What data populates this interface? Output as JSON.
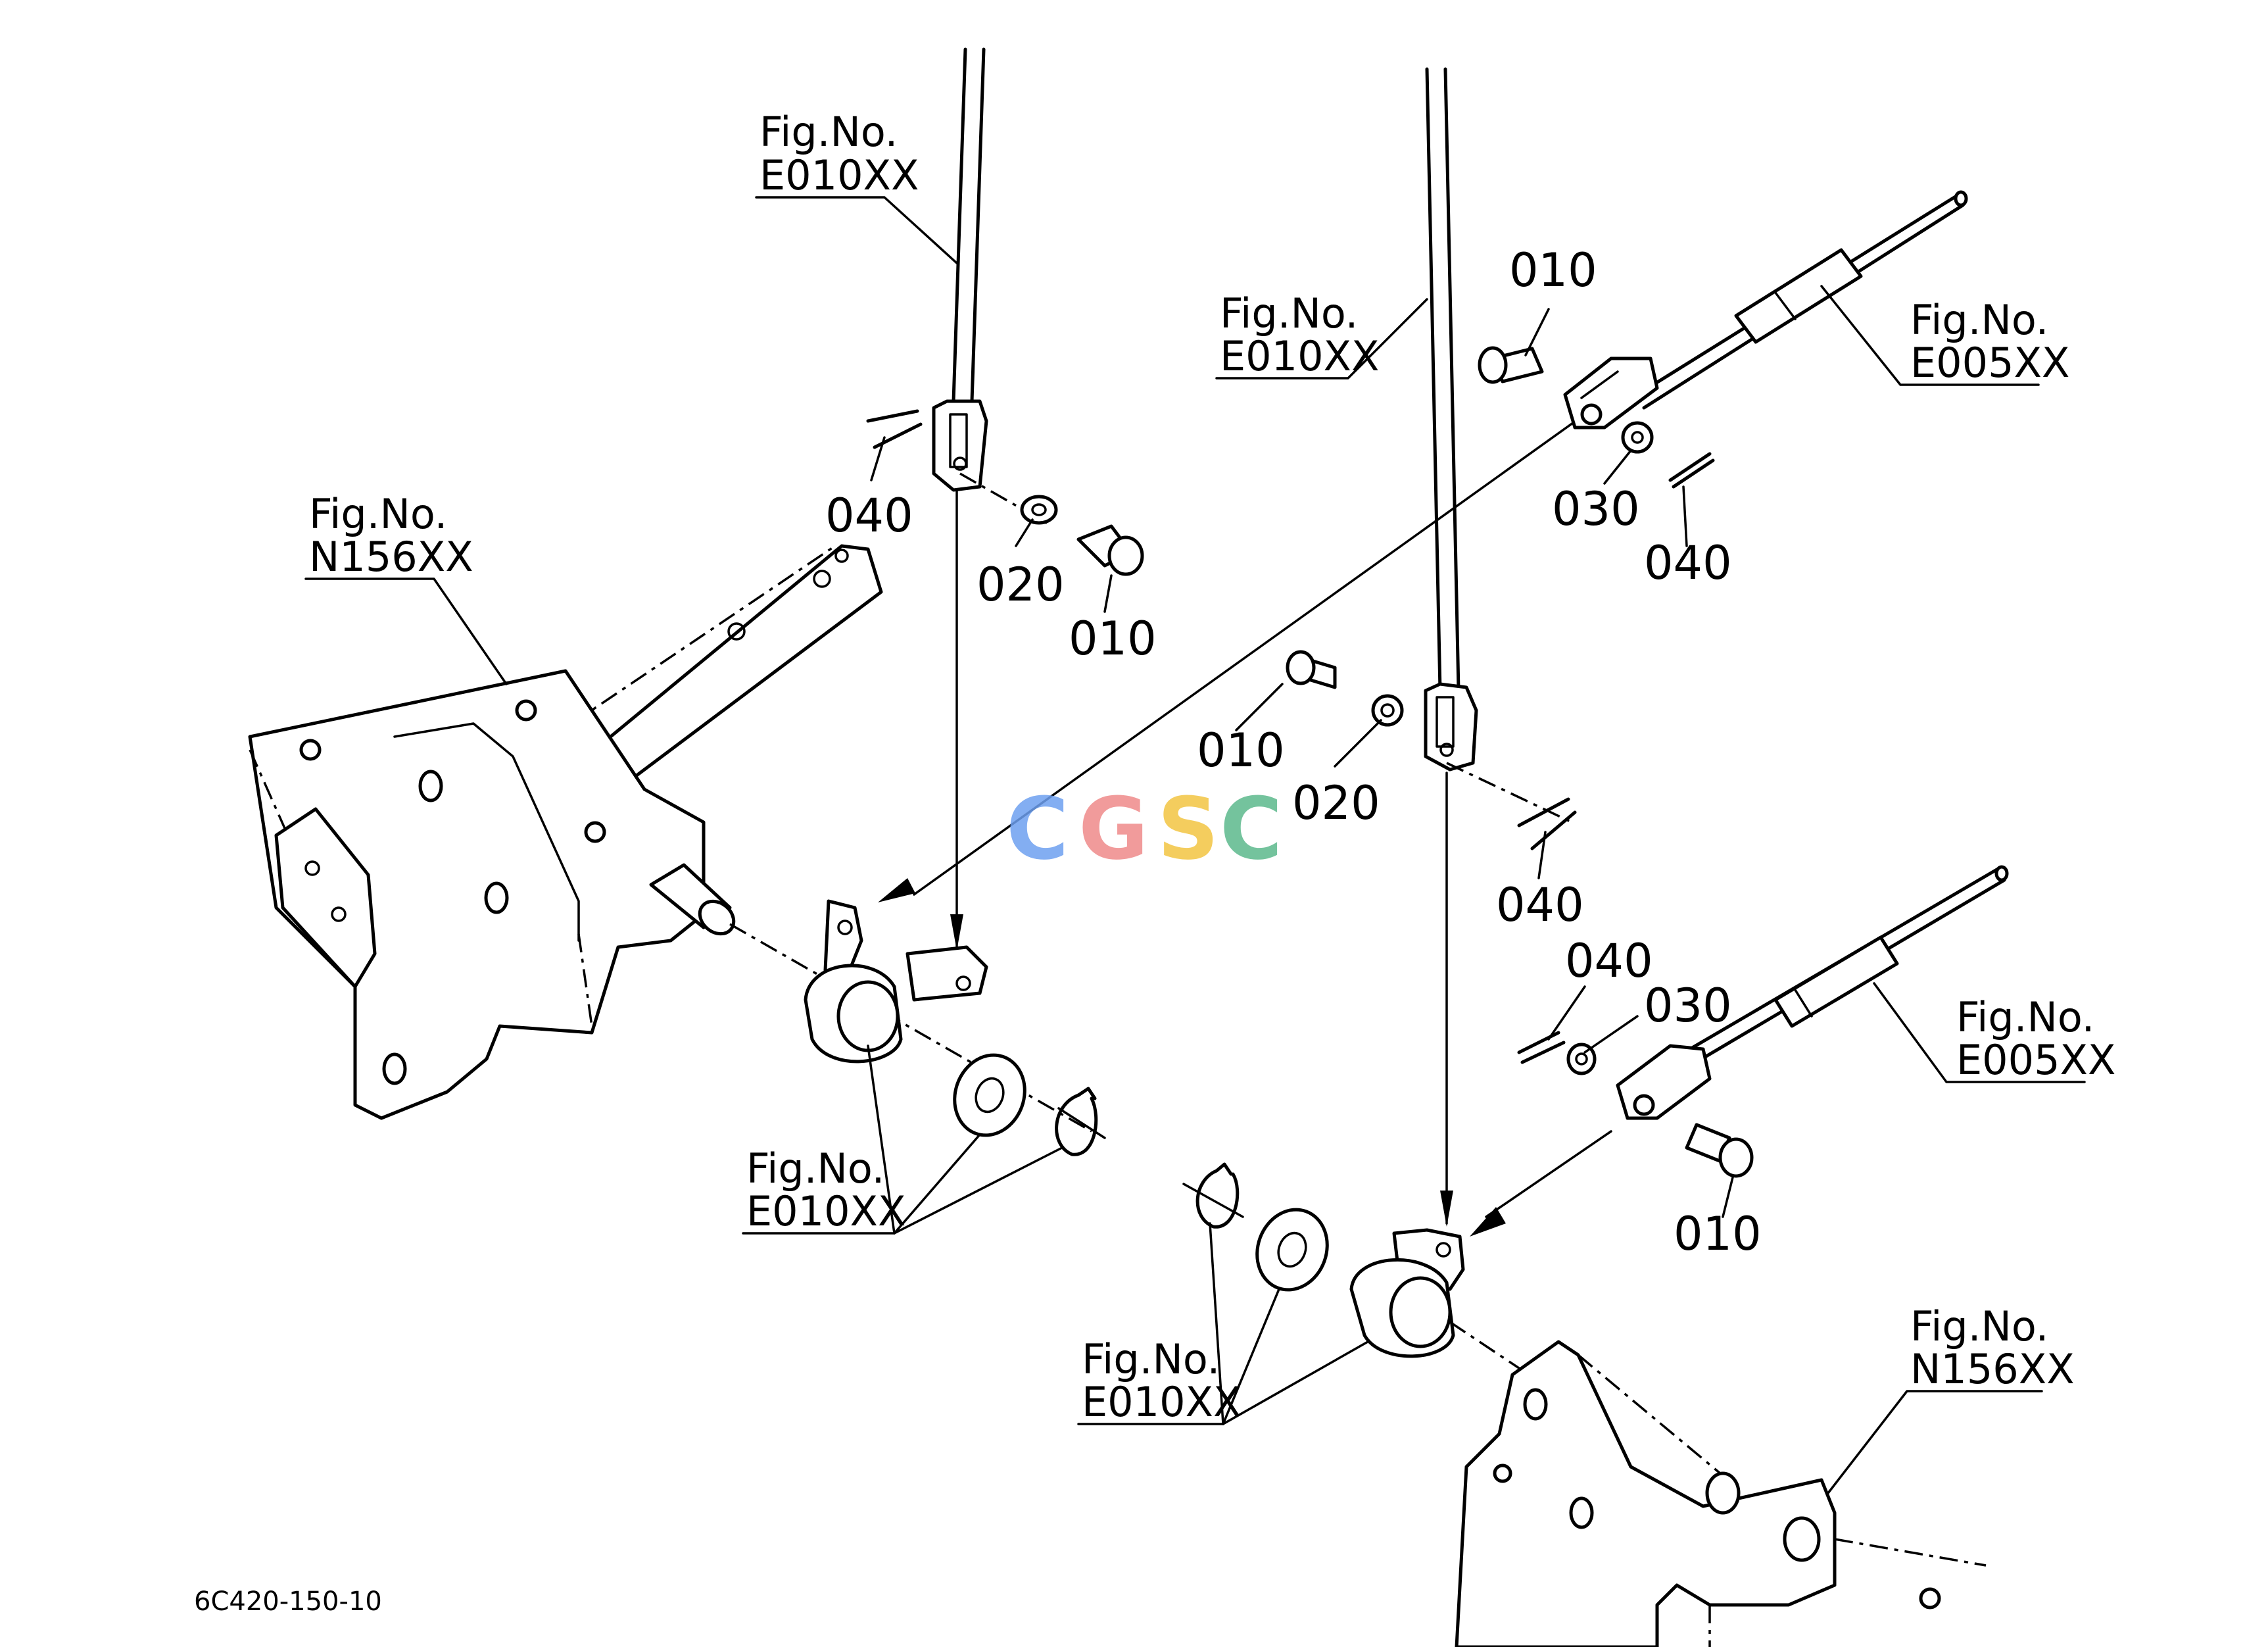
{
  "watermark": {
    "letters": [
      "C",
      "G",
      "S",
      "C"
    ],
    "colors": [
      "#6ea0f0",
      "#ef8a8a",
      "#f3c542",
      "#5cb98c"
    ]
  },
  "callouts": {
    "fig_prefix": "Fig.No.",
    "top_left_rod": "E010XX",
    "top_right_rod": "E010XX",
    "left_bracket": "N156XX",
    "upper_cable": "E005XX",
    "left_lever": "E010XX",
    "lower_cable": "E005XX",
    "right_lever": "E010XX",
    "right_bracket": "N156XX"
  },
  "part_numbers": {
    "a_040": "040",
    "a_020": "020",
    "a_010": "010",
    "b_010": "010",
    "b_030": "030",
    "b_040": "040",
    "c_010": "010",
    "c_020": "020",
    "c_040": "040",
    "d_040": "040",
    "d_030": "030",
    "d_010": "010"
  },
  "diagram_code": "6C420-150-10"
}
